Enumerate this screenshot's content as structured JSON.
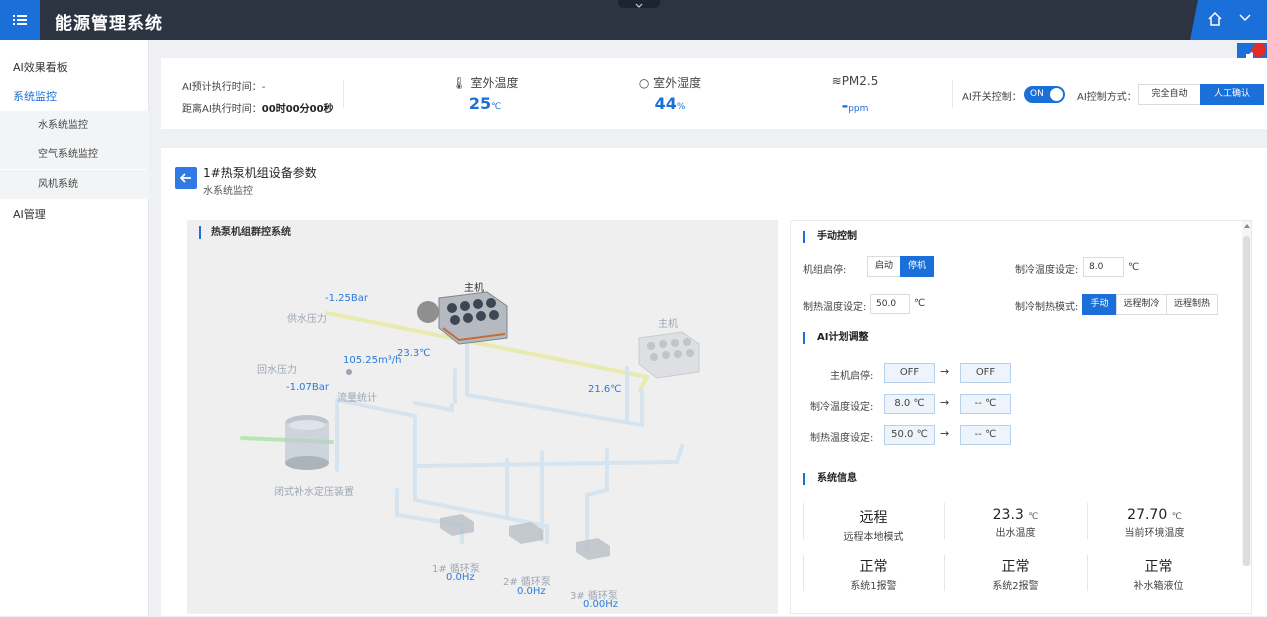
{
  "app": {
    "title": "能源管理系统"
  },
  "sidebar": {
    "items": [
      {
        "label": "AI效果看板"
      },
      {
        "label": "系统监控"
      },
      {
        "label": "水系统监控"
      },
      {
        "label": "空气系统监控"
      },
      {
        "label": "风机系统"
      },
      {
        "label": "AI管理"
      }
    ]
  },
  "status": {
    "ai_predict_label": "AI预计执行时间：",
    "ai_predict_value": "-",
    "ai_countdown_label": "距离AI执行时间：",
    "ai_countdown_value": "00时00分00秒",
    "outdoor_temp_label": "室外温度",
    "outdoor_temp_value": "25",
    "outdoor_temp_unit": "℃",
    "outdoor_humidity_label": "室外湿度",
    "outdoor_humidity_value": "44",
    "outdoor_humidity_unit": "%",
    "pm25_label": "PM2.5",
    "pm25_value": "-",
    "pm25_unit": "ppm",
    "ai_switch_label": "AI开关控制：",
    "ai_switch_state": "ON",
    "ai_mode_label": "AI控制方式：",
    "ai_mode_options": [
      "完全自动",
      "人工确认"
    ]
  },
  "page": {
    "title": "1#热泵机组设备参数",
    "subtitle": "水系统监控"
  },
  "diagram": {
    "title": "热泵机组群控系统",
    "supply_pressure_value": "-1.25Bar",
    "supply_pressure_label": "供水压力",
    "return_pressure_label": "回水压力",
    "return_pressure_value": "-1.07Bar",
    "flow_value": "105.25m³/h",
    "flow_label": "流量统计",
    "main_unit_label": "主机",
    "main_unit_temp": "23.3℃",
    "second_unit_label": "主机",
    "second_unit_temp": "21.6℃",
    "tank_label": "闭式补水定压装置",
    "pumps": [
      {
        "label": "1# 循环泵",
        "value": "0.0Hz"
      },
      {
        "label": "2# 循环泵",
        "value": "0.0Hz"
      },
      {
        "label": "3# 循环泵",
        "value": "0.00Hz"
      }
    ]
  },
  "manual": {
    "title": "手动控制",
    "unit_start_label": "机组启停:",
    "start_label": "启动",
    "stop_label": "停机",
    "cool_temp_label": "制冷温度设定:",
    "cool_temp_value": "8.0",
    "cool_temp_unit": "℃",
    "heat_temp_label": "制热温度设定:",
    "heat_temp_value": "50.0",
    "heat_temp_unit": "℃",
    "mode_label": "制冷制热模式:",
    "mode_options": [
      "手动",
      "远程制冷",
      "远程制热"
    ]
  },
  "ai_plan": {
    "title": "AI计划调整",
    "rows": [
      {
        "label": "主机启停:",
        "current": "OFF",
        "planned": "OFF"
      },
      {
        "label": "制冷温度设定:",
        "current": "8.0 ℃",
        "planned": "-- ℃"
      },
      {
        "label": "制热温度设定:",
        "current": "50.0 ℃",
        "planned": "-- ℃"
      }
    ]
  },
  "system_info": {
    "title": "系统信息",
    "cells": [
      {
        "value": "远程",
        "unit": "",
        "label": "远程本地模式"
      },
      {
        "value": "23.3",
        "unit": "℃",
        "label": "出水温度"
      },
      {
        "value": "27.70",
        "unit": "℃",
        "label": "当前环境温度"
      },
      {
        "value": "正常",
        "unit": "",
        "label": "系统1报警"
      },
      {
        "value": "正常",
        "unit": "",
        "label": "系统2报警"
      },
      {
        "value": "正常",
        "unit": "",
        "label": "补水箱液位"
      }
    ]
  }
}
